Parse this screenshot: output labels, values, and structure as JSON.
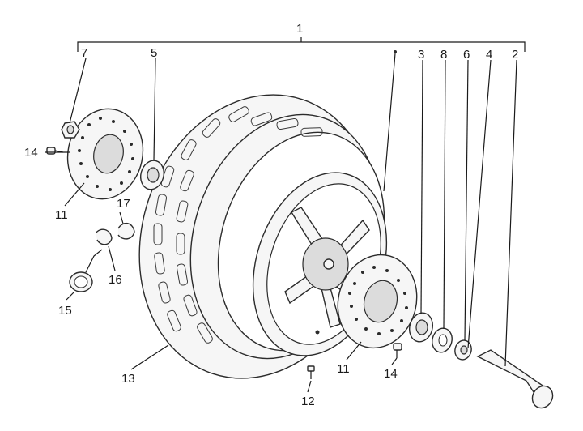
{
  "diagram": {
    "labels": {
      "l1": "1",
      "l2": "2",
      "l3": "3",
      "l4": "4",
      "l5": "5",
      "l6": "6",
      "l7": "7",
      "l8": "8",
      "l11a": "11",
      "l11b": "11",
      "l12": "12",
      "l13": "13",
      "l14a": "14",
      "l14b": "14",
      "l15": "15",
      "l16": "16",
      "l17": "17"
    },
    "colors": {
      "line": "#1a1a1a",
      "part_fill": "#f6f6f6",
      "shade": "#dcdcdc"
    }
  }
}
